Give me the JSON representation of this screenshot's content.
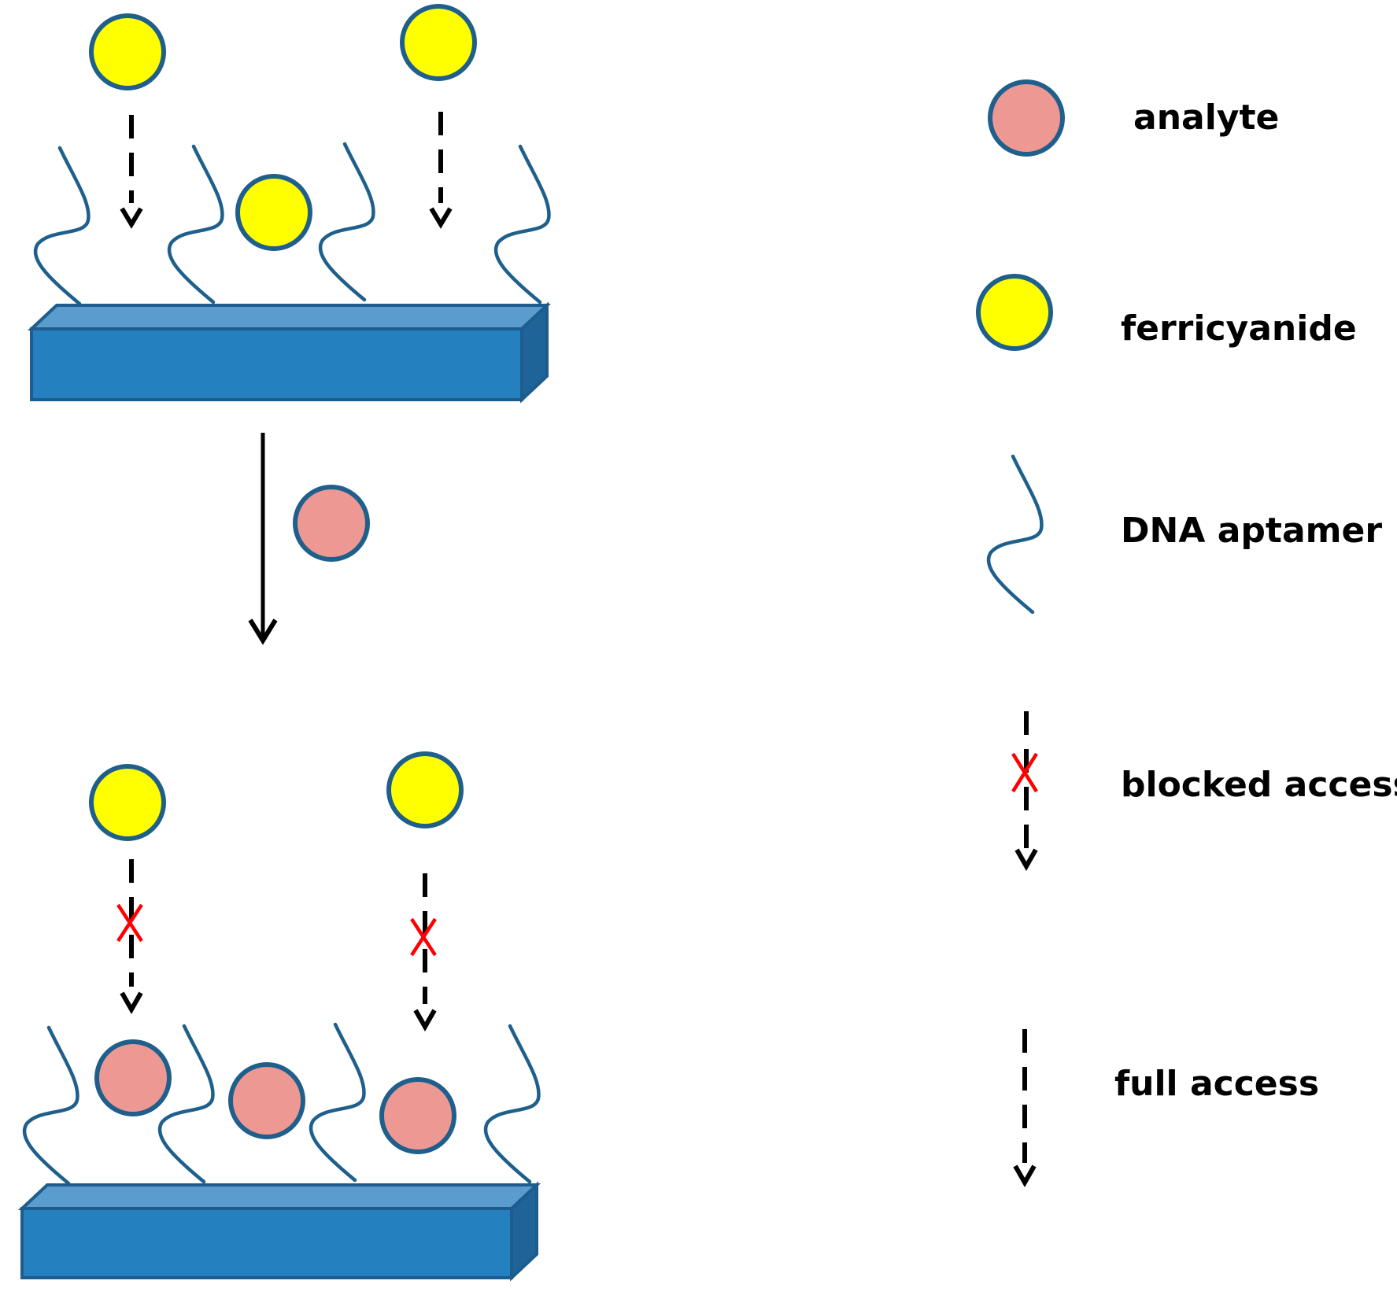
{
  "colors": {
    "ferricyanide_fill": "#ffff00",
    "analyte_fill": "#ee9894",
    "outline": "#1f5f8b",
    "electrode_front": "#2580bf",
    "electrode_top": "#5b9ccf",
    "electrode_side": "#1e6499",
    "electrode_edge": "#1d5c8c",
    "arrow": "#000000",
    "block_mark": "#ff0000"
  },
  "legend": {
    "analyte": "analyte",
    "ferricyanide": "ferricyanide",
    "aptamer": "DNA aptamer",
    "blocked": "blocked access",
    "full": "full access"
  },
  "icons": {
    "blocked_mark": "red-x",
    "arrow_head": "chevron-down"
  }
}
